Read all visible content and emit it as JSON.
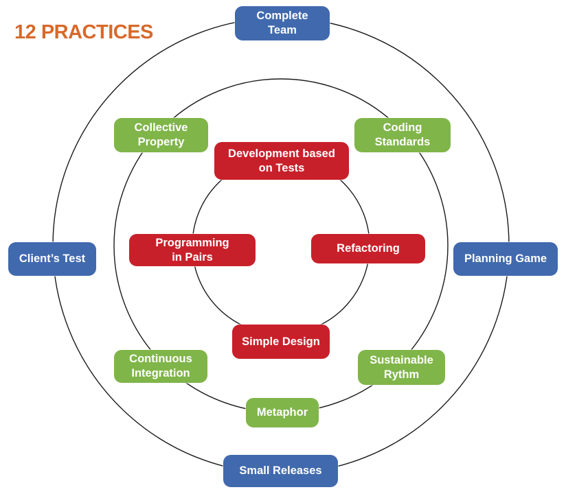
{
  "title": "12 PRACTICES",
  "colors": {
    "title": "#d9692a",
    "outer_ring": "#4169ad",
    "middle_ring": "#80b54a",
    "inner_ring": "#c8202a",
    "ring_line": "#1a1a1a"
  },
  "rings": {
    "outer": {
      "color_group": "blue",
      "practices": [
        {
          "id": "complete-team",
          "label": "Complete\nTeam"
        },
        {
          "id": "planning-game",
          "label": "Planning Game"
        },
        {
          "id": "small-releases",
          "label": "Small Releases"
        },
        {
          "id": "clients-test",
          "label": "Client’s Test"
        }
      ]
    },
    "middle": {
      "color_group": "green",
      "practices": [
        {
          "id": "collective-property",
          "label": "Collective\nProperty"
        },
        {
          "id": "coding-standards",
          "label": "Coding\nStandards"
        },
        {
          "id": "sustainable-rythm",
          "label": "Sustainable\nRythm"
        },
        {
          "id": "metaphor",
          "label": "Metaphor"
        },
        {
          "id": "continuous-integration",
          "label": "Continuous\nIntegration"
        }
      ]
    },
    "inner": {
      "color_group": "red",
      "practices": [
        {
          "id": "development-based-on-tests",
          "label": "Development based\non Tests"
        },
        {
          "id": "refactoring",
          "label": "Refactoring"
        },
        {
          "id": "simple-design",
          "label": "Simple Design"
        },
        {
          "id": "programming-in-pairs",
          "label": "Programming\nin Pairs"
        }
      ]
    }
  }
}
